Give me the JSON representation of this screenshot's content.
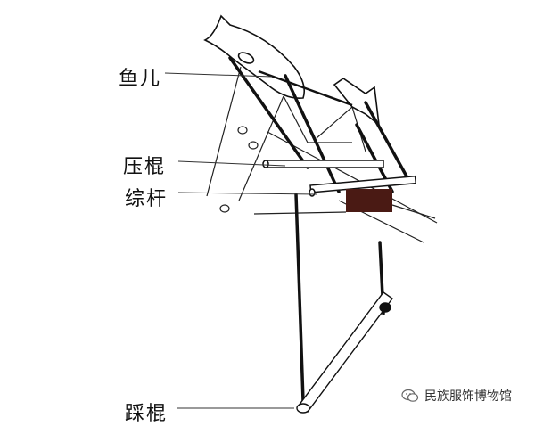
{
  "labels": {
    "fish": "鱼儿",
    "press_rod": "压棍",
    "heddle_rod": "综杆",
    "pedal_rod": "踩棍"
  },
  "watermark": {
    "text": "民族服饰博物馆",
    "icon": "wechat-icon"
  },
  "colors": {
    "line": "#111111",
    "fabric": "#4a1a14",
    "background": "#ffffff"
  }
}
